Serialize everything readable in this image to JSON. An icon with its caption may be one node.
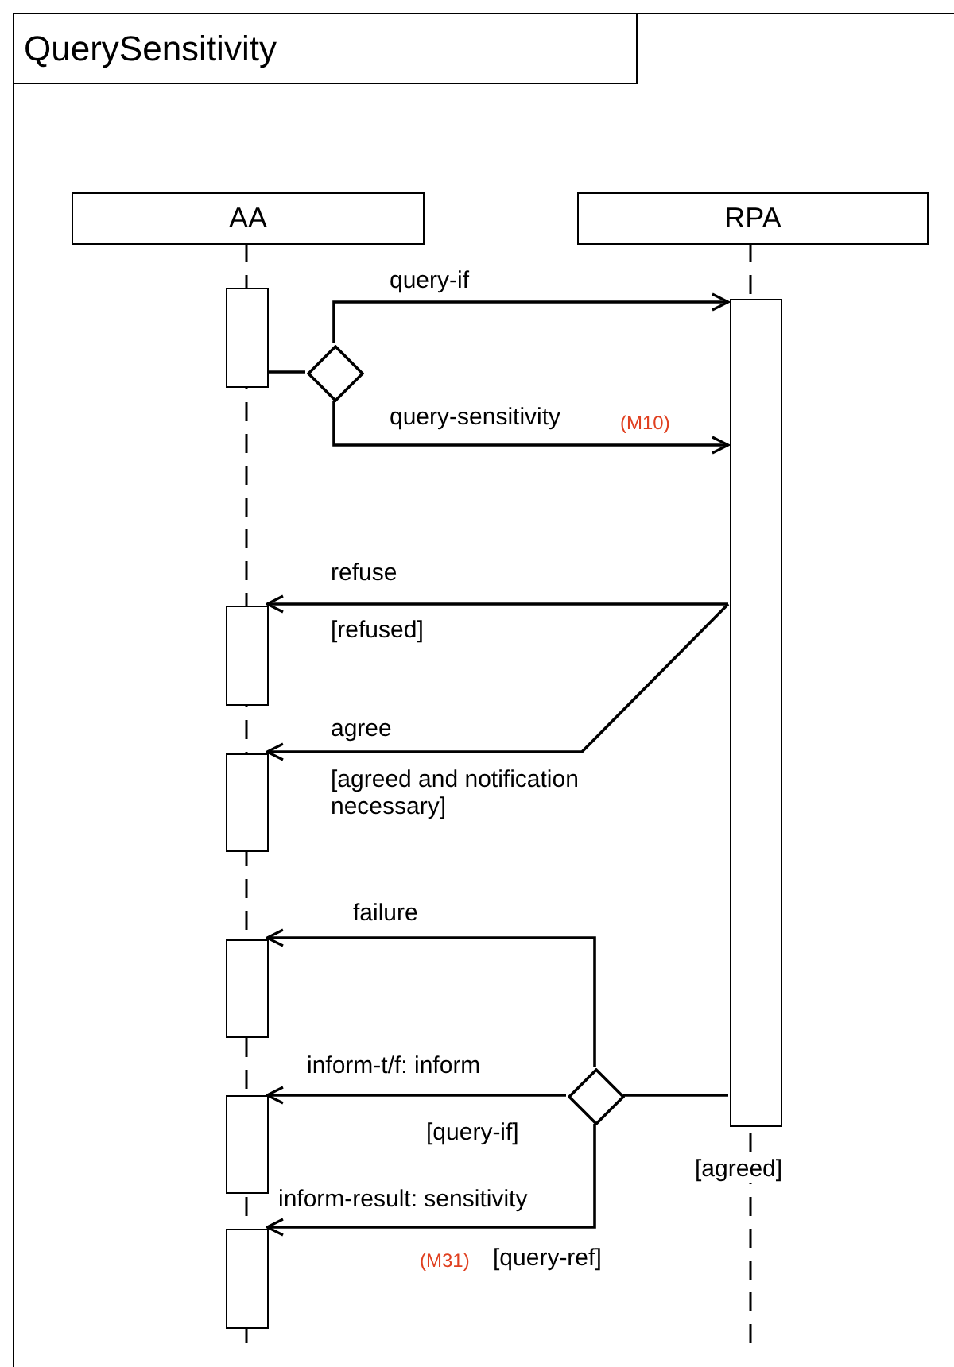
{
  "diagram": {
    "nodes": [
      {
        "text": [
          "QuerySensitivity"
        ]
      },
      {
        "text": [
          "AA"
        ],
        "in": 0
      },
      {
        "text": [
          "RPA"
        ],
        "in": 0
      },
      {
        "text": [],
        "shape": "bar",
        "in": 0
      },
      {
        "text": [],
        "shape": "bar",
        "in": 0
      },
      {
        "text": [],
        "shape": "diamond",
        "in": 0
      },
      {
        "text": [],
        "shape": "bar",
        "in": 0
      },
      {
        "text": [],
        "shape": "bar",
        "in": 0
      },
      {
        "text": [],
        "shape": "bar",
        "in": 0
      },
      {
        "text": [],
        "shape": "bar",
        "in": 0
      },
      {
        "text": [],
        "shape": "bar",
        "in": 0
      },
      {
        "text": [],
        "shape": "diamond",
        "in": 0
      }
    ],
    "edges": [
      {
        "from": 3,
        "to": 5,
        "arrow": "none"
      },
      {
        "from": 5,
        "to": 4,
        "arrow": "to",
        "label": "query-if"
      },
      {
        "from": 5,
        "to": 4,
        "arrow": "to",
        "label": "query-sensitivity"
      },
      {
        "from": 4,
        "to": 6,
        "arrow": "to",
        "label": "refuse"
      },
      {
        "from": 4,
        "to": 7,
        "arrow": "to",
        "label": "agree"
      },
      {
        "from": 4,
        "to": 11,
        "arrow": "none"
      },
      {
        "from": 11,
        "to": 8,
        "arrow": "to",
        "label": "failure"
      },
      {
        "from": 11,
        "to": 9,
        "arrow": "to",
        "label": "inform-t/f: inform"
      },
      {
        "from": 11,
        "to": 10,
        "arrow": "to",
        "label": "inform-result: sensitivity"
      }
    ],
    "labels": [
      "(M10)",
      "[refused]",
      "[agreed and notification necessary]",
      "[query-if]",
      "(M31)",
      "[query-ref]",
      "[agreed]"
    ]
  }
}
